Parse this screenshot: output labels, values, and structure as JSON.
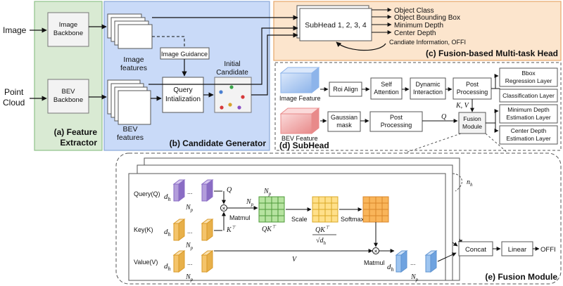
{
  "inputs": {
    "image": "Image",
    "point_cloud_1": "Point",
    "point_cloud_2": "Cloud"
  },
  "feature_extractor": {
    "title_1": "(a) Feature",
    "title_2": "Extractor",
    "image_backbone_1": "Image",
    "image_backbone_2": "Backbone",
    "bev_backbone_1": "BEV",
    "bev_backbone_2": "Backbone"
  },
  "candidate_generator": {
    "title": "(b) Candidate Generator",
    "image_features_1": "Image",
    "image_features_2": "features",
    "bev_features_1": "BEV",
    "bev_features_2": "features",
    "image_guidance": "Image Guidance",
    "query_init_1": "Query",
    "query_init_2": "Intialization",
    "initial_candidate_1": "Initial",
    "initial_candidate_2": "Candidate"
  },
  "head": {
    "title": "(c) Fusion-based Multi-task Head",
    "subhead_box": "SubHead 1, 2, 3, 4",
    "outputs": [
      "Object Class",
      "Object Bounding Box",
      "Minimum Depth",
      "Center Depth"
    ],
    "candidate_info": "Candiate Information, OFFI"
  },
  "subhead": {
    "title": "(d) SubHead",
    "image_feature": "Image Feature",
    "bev_feature": "BEV Feature",
    "roi_align": "Roi Align",
    "self_attention_1": "Self",
    "self_attention_2": "Attention",
    "dynamic_1": "Dynamic",
    "dynamic_2": "Interaction",
    "post_1": "Post",
    "post_2": "Processing",
    "gaussian_1": "Gaussian",
    "gaussian_2": "mask",
    "post_b_1": "Post",
    "post_b_2": "Processing",
    "fusion_1": "Fusion",
    "fusion_2": "Module",
    "kv": "K, V",
    "q": "Q",
    "layers": [
      [
        "Bbox",
        "Regression Layer"
      ],
      [
        "Classification Layer"
      ],
      [
        "Minimum Depth",
        "Estimation Layer"
      ],
      [
        "Center Depth",
        "Estimation Layer"
      ]
    ]
  },
  "fusion_module": {
    "title": "(e) Fusion Module",
    "query": "Query(Q)",
    "key": "Key(K)",
    "value": "Value(V)",
    "dh": "d",
    "dh_sub": "h",
    "np": "N",
    "np_sub": "p",
    "ellipsis": "...",
    "matmul": "Matmul",
    "matmul2": "Matmul",
    "q": "Q",
    "kt": "K",
    "kt_sup": "⊤",
    "v": "V",
    "qkt": "QK",
    "qkt_sup": "⊤",
    "scale": "Scale",
    "softmax": "Softmax",
    "frac_num": "QK",
    "frac_den": "√d",
    "nh": "n",
    "nh_sub": "h",
    "concat": "Concat",
    "linear": "Linear",
    "offi": "OFFI"
  },
  "colors": {
    "feature_extractor_bg": "#d9ead3",
    "feature_extractor_border": "#8fc28a",
    "candidate_bg": "#c9daf8",
    "candidate_border": "#8aa8d8",
    "head_bg": "#fce5cd",
    "head_border": "#e7a76a",
    "query": "#b39ddb",
    "key": "#f4c46b",
    "value": "#f4c46b",
    "qkt": "#b6e3a0",
    "scaled": "#ffe08a",
    "softmax": "#f9b55a",
    "output": "#9ec5f0",
    "image_feature": "#a9c8f0",
    "bev_feature": "#f2a0a0"
  }
}
